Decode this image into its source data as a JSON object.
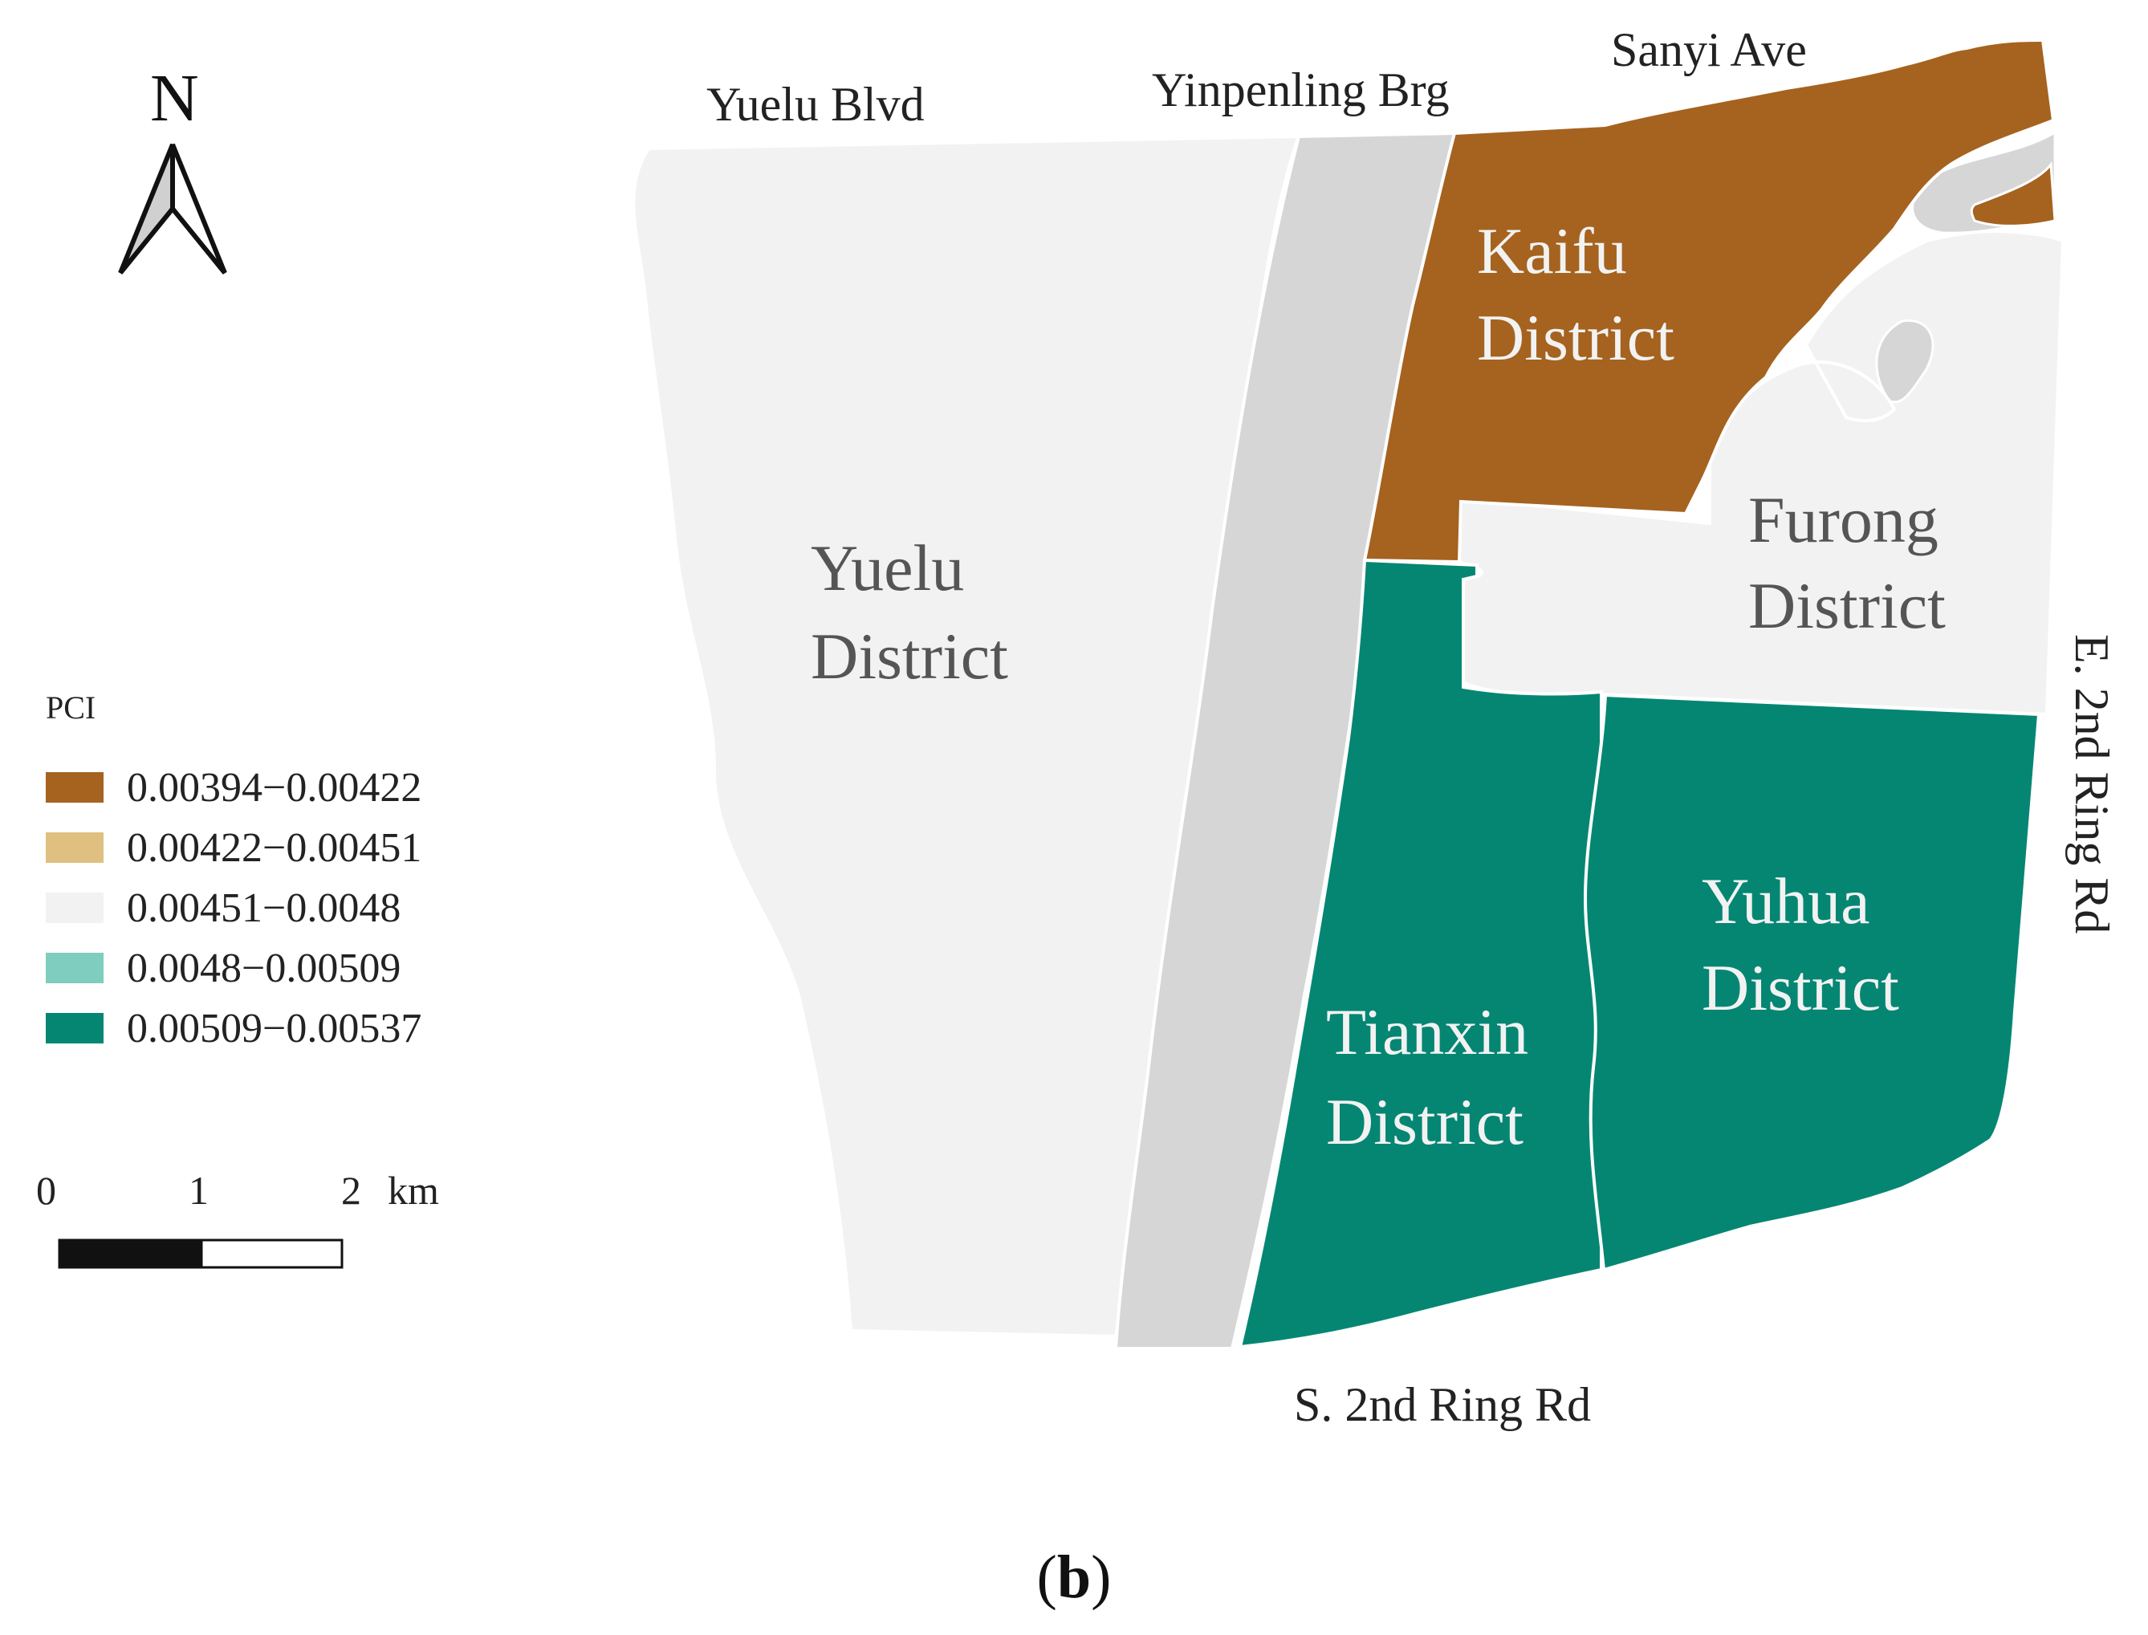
{
  "north_arrow": {
    "label": "N"
  },
  "districts": {
    "yuelu": {
      "line1": "Yuelu",
      "line2": "District",
      "fill": "#f2f2f2",
      "text_color": "#555555"
    },
    "kaifu": {
      "line1": "Kaifu",
      "line2": "District",
      "fill": "#a5631f",
      "text_color": "#f2f2f2"
    },
    "furong": {
      "line1": "Furong",
      "line2": "District",
      "fill": "#f2f2f2",
      "text_color": "#555555"
    },
    "tianxin": {
      "line1": "Tianxin",
      "line2": "District",
      "fill": "#058673",
      "text_color": "#f2f2f2"
    },
    "yuhua": {
      "line1": "Yuhua",
      "line2": "District",
      "fill": "#058673",
      "text_color": "#f2f2f2"
    }
  },
  "river": {
    "fill": "#d6d6d7"
  },
  "roads": {
    "yuelu_blvd": "Yuelu Blvd",
    "yinpenling_brg": "Yinpenling Brg",
    "sanyi_ave": "Sanyi Ave",
    "e_2nd_ring_rd": "E. 2nd Ring Rd",
    "s_2nd_ring_rd": "S.  2nd Ring Rd"
  },
  "legend": {
    "title": "PCI",
    "items": [
      {
        "label": "0.00394−0.00422",
        "color": "#a5631f"
      },
      {
        "label": "0.00422−0.00451",
        "color": "#dfc081"
      },
      {
        "label": "0.00451−0.0048",
        "color": "#f2f2f2"
      },
      {
        "label": "0.0048−0.00509",
        "color": "#7fcdbe"
      },
      {
        "label": "0.00509−0.00537",
        "color": "#058673"
      }
    ]
  },
  "scale_bar": {
    "tick_0": "0",
    "tick_1": "1",
    "tick_2": "2",
    "unit": "km"
  },
  "caption": {
    "open": "(",
    "letter": "b",
    "close": ")"
  }
}
